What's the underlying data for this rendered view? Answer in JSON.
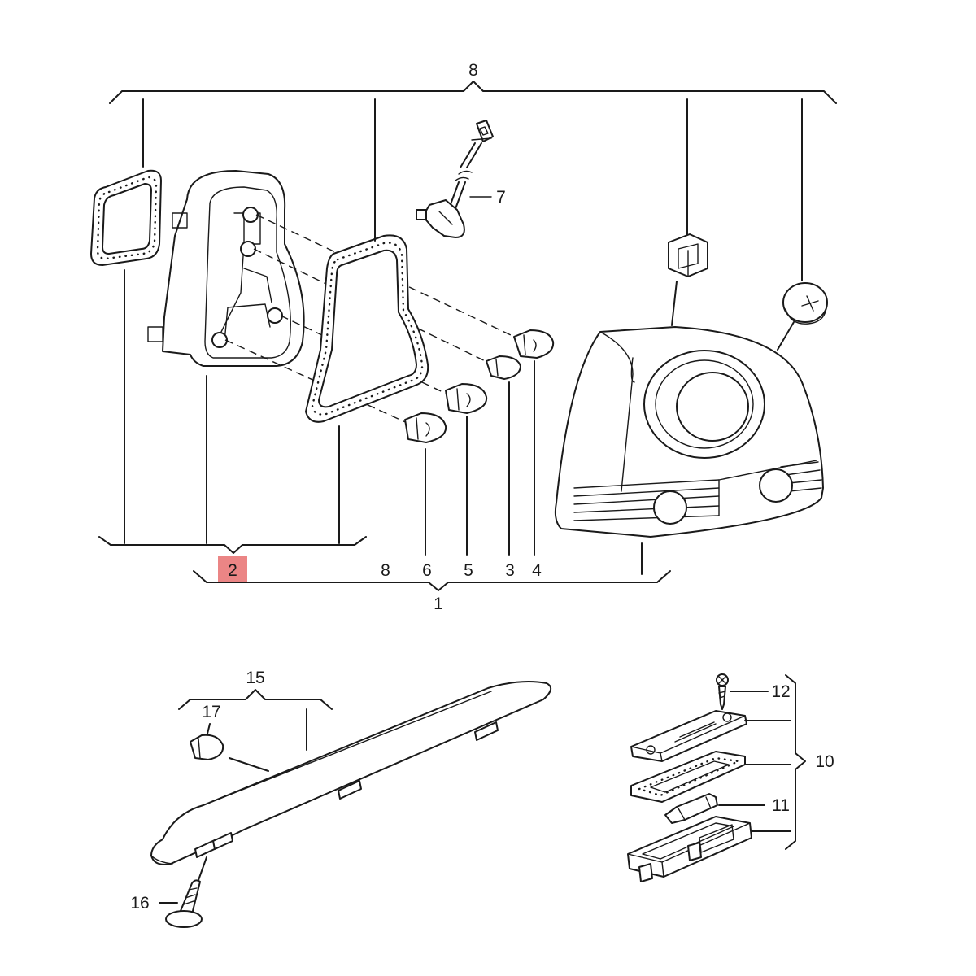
{
  "callouts": {
    "c1": "1",
    "c2": "2",
    "c3": "3",
    "c4": "4",
    "c5": "5",
    "c6": "6",
    "c7": "7",
    "c8_top": "8",
    "c8_mid": "8",
    "c10": "10",
    "c11": "11",
    "c12": "12",
    "c15": "15",
    "c16": "16",
    "c17": "17"
  },
  "highlight": {
    "label": "2",
    "color": "#e87070"
  }
}
